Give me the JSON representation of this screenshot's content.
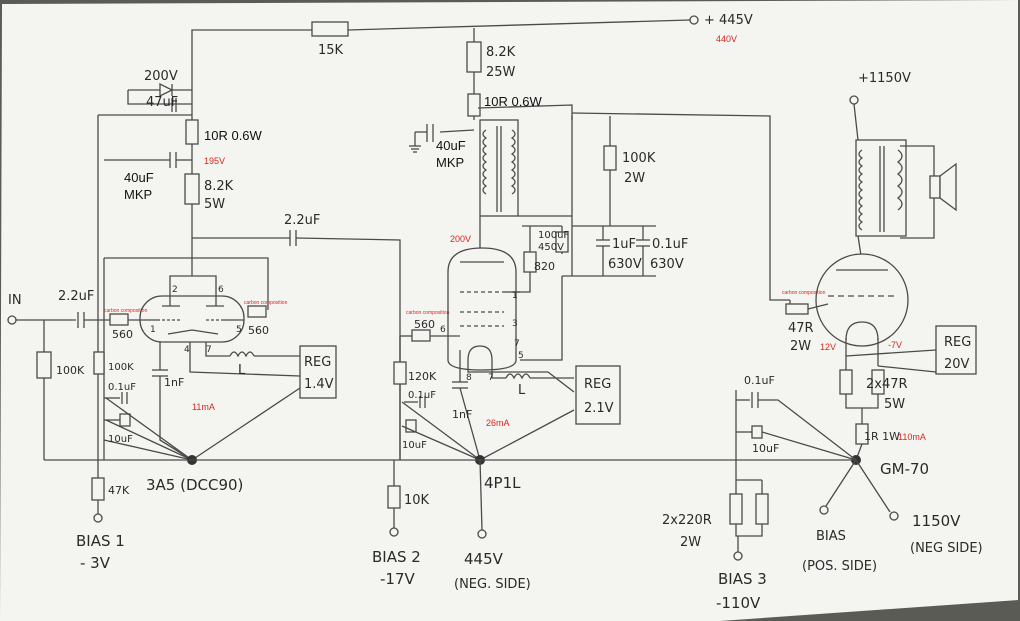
{
  "labels": {
    "supply_445": "+ 445V",
    "supply_440": "440V",
    "r_15k": "15K",
    "r_8k2_25w": [
      "8.2K",
      "25W"
    ],
    "r_10r_a": "10R 0.6W",
    "r_10r_b": "10R 0.6W",
    "cap_40uf_a": [
      "40uF",
      "MKP"
    ],
    "cap_40uf_b": [
      "40uF",
      "MKP"
    ],
    "v_195": "195V",
    "r_8k2_5w": [
      "8.2K",
      "5W"
    ],
    "zener_200v": "200V",
    "cap_47uf": "47uF",
    "cap_2u2_coupling": "2.2uF",
    "v_200": "200V",
    "caps_100u_1u_01u": [
      "100uF",
      "450V",
      "1uF",
      "630V",
      "0.1uF",
      "630V"
    ],
    "r_100k_2w": [
      "100K",
      "2W"
    ],
    "r_820": "820",
    "supply_1150": "+1150V",
    "in_label": "IN",
    "cap_2u2_in": "2.2uF",
    "r_100k_in": "100K",
    "r_100k_b": "100K",
    "r_560_a": "560",
    "r_560_b": "560",
    "r_560_c": "560",
    "carbon": "carbon composition",
    "c_1nf_a": "1nF",
    "c_1nf_b": "1nF",
    "choke_L_a": "L",
    "choke_L_b": "L",
    "reg_1v4": [
      "REG",
      "1.4V"
    ],
    "reg_2v1": [
      "REG",
      "2.1V"
    ],
    "reg_20v": [
      "REG",
      "20V"
    ],
    "i_11ma": "11mA",
    "i_26ma": "26mA",
    "i_110ma": "110mA",
    "c_01uf_a": "0.1uF",
    "c_10uf_a": "10uF",
    "c_01uf_b": "0.1uF",
    "c_10uf_b": "10uF",
    "c_01uf_c": "0.1uF",
    "c_10uf_c": "10uF",
    "r_120k": "120K",
    "r_47k": "47K",
    "r_10k": "10K",
    "r_47r_2w": [
      "47R",
      "2W"
    ],
    "v_12": "12V",
    "v_m7": "-7V",
    "r_2x47r": [
      "2x47R",
      "5W"
    ],
    "r_1r_1w": "1R 1W",
    "r_2x220r": [
      "2x220R",
      "2W"
    ],
    "tube_3a5": "3A5 (DCC90)",
    "tube_4p1l": "4P1L",
    "tube_gm70": "GM-70",
    "bias1": [
      "BIAS 1",
      "- 3V"
    ],
    "bias2": [
      "BIAS 2",
      "-17V"
    ],
    "neg_445": [
      "445V",
      "(NEG. SIDE)"
    ],
    "bias3": [
      "BIAS 3",
      "-110V"
    ],
    "bias_pos": [
      "BIAS",
      "(POS. SIDE)"
    ],
    "neg_1150": [
      "1150V",
      "(NEG SIDE)"
    ],
    "pins_3a5": [
      "2",
      "6",
      "1",
      "4",
      "7",
      "5"
    ],
    "pins_4p1l": [
      "1",
      "3",
      "5",
      "6",
      "8",
      "7"
    ],
    "pin_tail": "7"
  },
  "colors": {
    "paper": "#f4f4f1",
    "ink": "#4a4a4a",
    "annotation_red": "#d8281e",
    "background": "#5b5b56"
  }
}
